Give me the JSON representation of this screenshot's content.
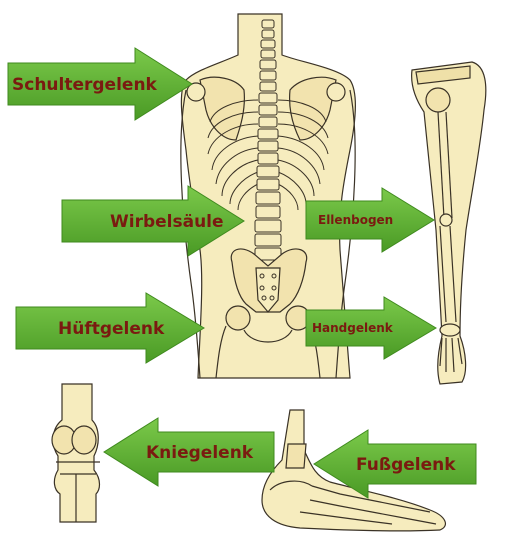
{
  "labels": {
    "schulter": "Schultergelenk",
    "wirbel": "Wirbelsäule",
    "ellen": "Ellenbogen",
    "huefte": "Hüftgelenk",
    "hand": "Handgelenk",
    "knie": "Kniegelenk",
    "fuss": "Fußgelenk"
  },
  "colors": {
    "arrow": "#5fb333",
    "arrow_dark": "#3f8a1e",
    "label": "#7a1a10",
    "bone_fill": "#f6ecbe",
    "bone_stroke": "#3a3226"
  }
}
